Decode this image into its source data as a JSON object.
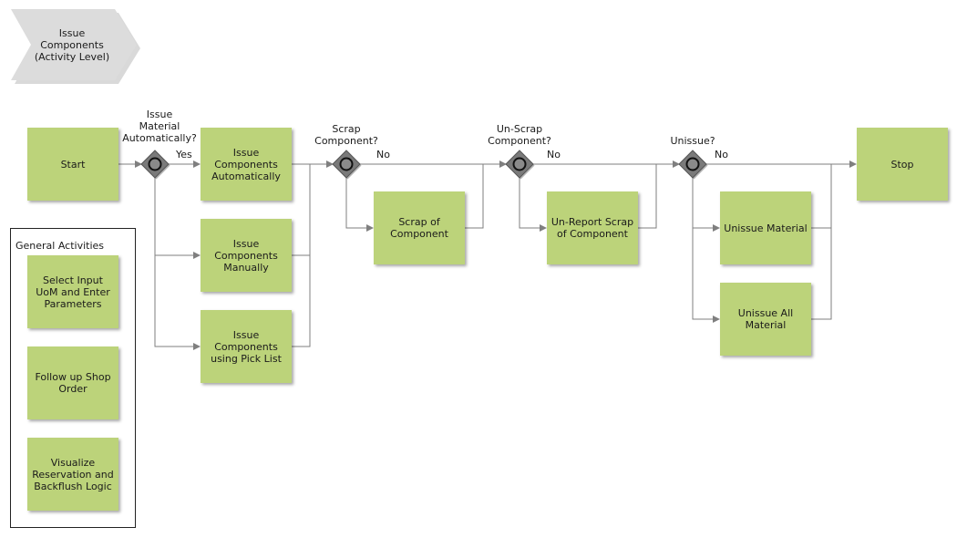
{
  "header": {
    "title": "Issue\nComponents\n(Activity Level)"
  },
  "activities": {
    "start": "Start",
    "issue_auto": "Issue\nComponents\nAutomatically",
    "issue_manual": "Issue\nComponents\nManually",
    "issue_picklist": "Issue\nComponents\nusing Pick List",
    "scrap": "Scrap of\nComponent",
    "unreport_scrap": "Un-Report Scrap\nof Component",
    "unissue_material": "Unissue Material",
    "unissue_all": "Unissue All\nMaterial",
    "stop": "Stop"
  },
  "gateways": {
    "issue_auto_q": "Issue\nMaterial\nAutomatically?",
    "scrap_q": "Scrap\nComponent?",
    "unscrap_q": "Un-Scrap\nComponent?",
    "unissue_q": "Unissue?"
  },
  "edge_labels": {
    "yes": "Yes",
    "no1": "No",
    "no2": "No",
    "no3": "No"
  },
  "general": {
    "title": "General Activities",
    "items": [
      "Select Input\nUoM and Enter\nParameters",
      "Follow up Shop\nOrder",
      "Visualize\nReservation and\nBackflush Logic"
    ]
  },
  "colors": {
    "activity_fill": "#bcd37a",
    "gateway_fill": "#7a7a7a",
    "connector": "#7f7f7f",
    "chevron_fill": "#dcdcdc"
  }
}
